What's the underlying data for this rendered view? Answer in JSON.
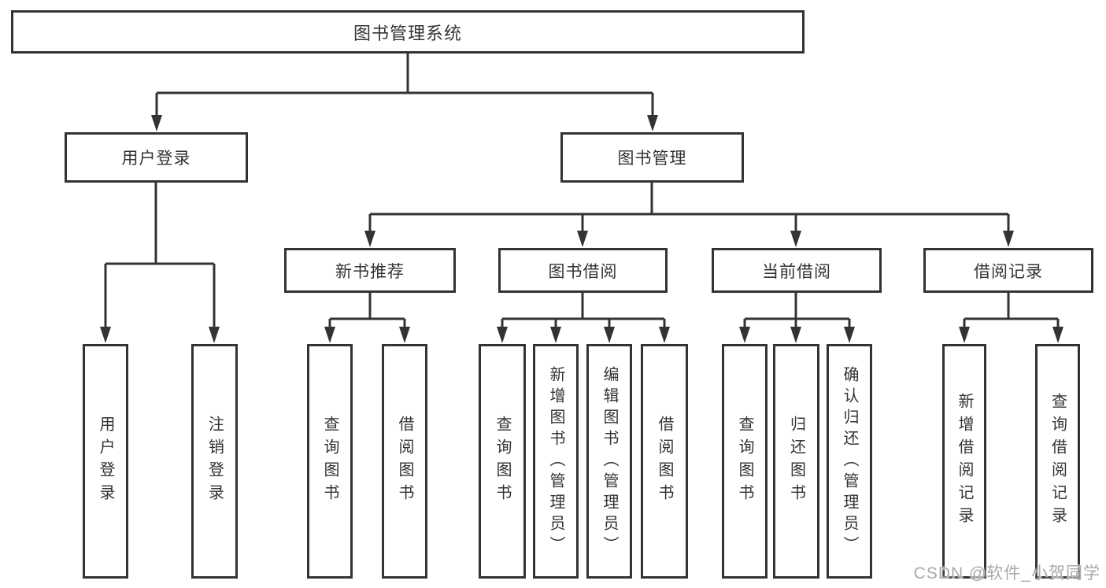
{
  "diagram": {
    "nodes": {
      "root": "图书管理系统",
      "user_login": "用户登录",
      "book_mgmt": "图书管理",
      "new_books": "新书推荐",
      "book_borrow": "图书借阅",
      "current_borrow": "当前借阅",
      "borrow_records": "借阅记录",
      "leaf_user_login": "用户登录",
      "leaf_logout": "注销登录",
      "leaf_nb_query": "查询图书",
      "leaf_nb_borrow": "借阅图书",
      "leaf_bb_query": "查询图书",
      "leaf_bb_add": "新增图书（管理员）",
      "leaf_bb_edit": "编辑图书（管理员）",
      "leaf_bb_borrow": "借阅图书",
      "leaf_cb_query": "查询图书",
      "leaf_cb_return": "归还图书",
      "leaf_cb_confirm": "确认归还（管理员）",
      "leaf_br_add": "新增借阅记录",
      "leaf_br_query": "查询借阅记录"
    }
  },
  "watermark": {
    "text": "CSDN @软件_小贺同学"
  },
  "colors": {
    "line": "#333333",
    "text": "#333333",
    "watermark": "#a9a9a9",
    "background": "#ffffff"
  }
}
